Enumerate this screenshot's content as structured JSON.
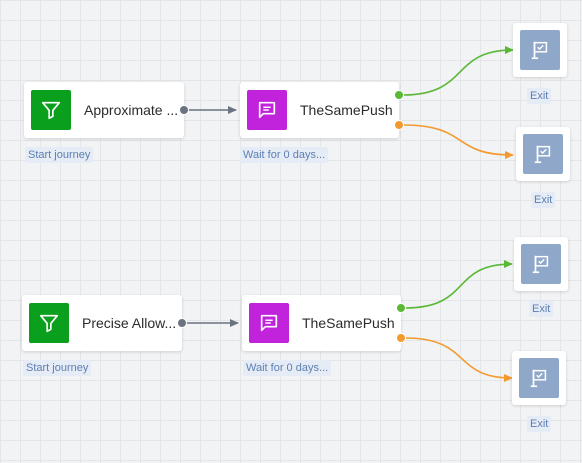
{
  "colors": {
    "filter_icon_bg": "#0aa01e",
    "push_icon_bg": "#c023db",
    "exit_icon_bg": "#8fa8c9",
    "connector_default": "#6b7380",
    "connector_success": "#5bb837",
    "connector_fail": "#f29a2e",
    "caption_text": "#5b7fb3"
  },
  "journeys": [
    {
      "start": {
        "title": "Approximate ...",
        "caption": "Start journey",
        "icon": "filter-icon"
      },
      "push": {
        "title": "TheSamePush",
        "caption": "Wait for 0 days...",
        "icon": "message-icon"
      },
      "exits": [
        {
          "label": "Exit",
          "icon": "exit-flag-icon"
        },
        {
          "label": "Exit",
          "icon": "exit-flag-icon"
        }
      ]
    },
    {
      "start": {
        "title": "Precise Allow...",
        "caption": "Start journey",
        "icon": "filter-icon"
      },
      "push": {
        "title": "TheSamePush",
        "caption": "Wait for 0 days...",
        "icon": "message-icon"
      },
      "exits": [
        {
          "label": "Exit",
          "icon": "exit-flag-icon"
        },
        {
          "label": "Exit",
          "icon": "exit-flag-icon"
        }
      ]
    }
  ]
}
